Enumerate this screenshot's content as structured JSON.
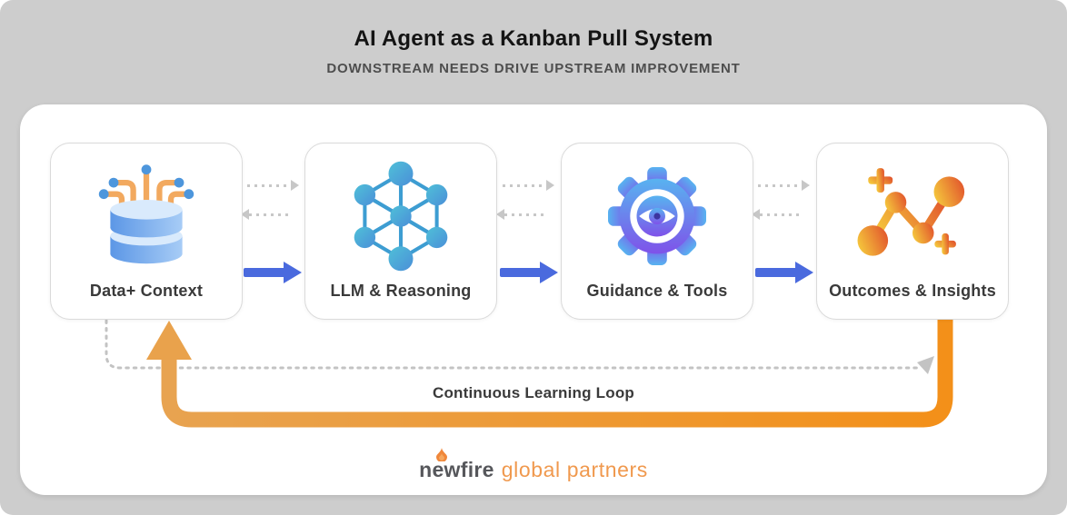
{
  "header": {
    "title": "AI Agent as a Kanban Pull System",
    "subtitle": "DOWNSTREAM NEEDS DRIVE UPSTREAM IMPROVEMENT"
  },
  "stages": [
    {
      "label": "Data+ Context",
      "icon": "database-circuit-icon"
    },
    {
      "label": "LLM & Reasoning",
      "icon": "neural-network-icon"
    },
    {
      "label": "Guidance & Tools",
      "icon": "gear-eye-icon"
    },
    {
      "label": "Outcomes & Insights",
      "icon": "insights-chart-icon"
    }
  ],
  "connectors": {
    "forward_arrow_count": 3,
    "dotted_pull_arrow_pairs": 3
  },
  "loop": {
    "label": "Continuous Learning Loop"
  },
  "footer": {
    "brand_primary": "newfire",
    "brand_secondary": "global partners",
    "flame_icon": "flame-icon"
  },
  "colors": {
    "background": "#cdcdcd",
    "card": "#ffffff",
    "accent_blue": "#4a6ade",
    "dotted_gray": "#c7c7c7",
    "loop_orange_start": "#e8a350",
    "loop_orange_end": "#f39019",
    "title": "#141414",
    "subtitle": "#4e4e4e",
    "label": "#3a3a3a",
    "logo_gray": "#56575b",
    "logo_orange": "#f0994e"
  }
}
